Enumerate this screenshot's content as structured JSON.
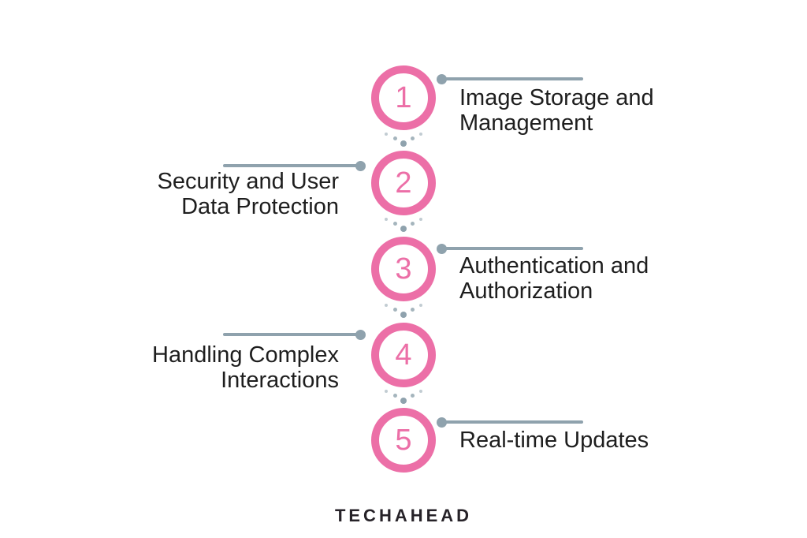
{
  "colors": {
    "accent_pink": "#EC6FA7",
    "connector_slate": "#8FA2AD",
    "text": "#1E1E1E",
    "logo": "#262228",
    "background": "#FFFFFF"
  },
  "steps": [
    {
      "number": "1",
      "label": "Image Storage and\nManagement",
      "side": "right"
    },
    {
      "number": "2",
      "label": "Security and User\nData Protection",
      "side": "left"
    },
    {
      "number": "3",
      "label": "Authentication and\nAuthorization",
      "side": "right"
    },
    {
      "number": "4",
      "label": "Handling Complex\nInteractions",
      "side": "left"
    },
    {
      "number": "5",
      "label": "Real-time Updates",
      "side": "right"
    }
  ],
  "brand": {
    "logo_text": "TECHAHEAD"
  }
}
